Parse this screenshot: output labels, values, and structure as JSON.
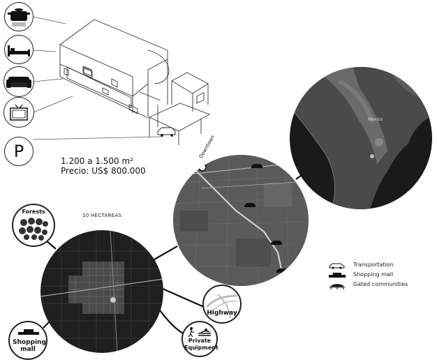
{
  "house": {
    "area": "1.200 a 1.500 m²",
    "price": "Precio: US$ 800.000"
  },
  "site": {
    "area_label": "10 HECTÁREAS"
  },
  "amenity_icons": {
    "kitchen": "pot-icon",
    "bedroom": "bed-icon",
    "living": "sofa-icon",
    "tv": "tv-icon",
    "parking": "P"
  },
  "regional_map": {
    "downtown_label": "Downtown",
    "mexico_label": "México"
  },
  "nearby": {
    "forests": "Forests",
    "shopping_mall": "Shopping mall",
    "highway": "Highway",
    "private_equipment": "Private Equipment"
  },
  "legend": [
    {
      "icon": "car-icon",
      "label": "Transportation"
    },
    {
      "icon": "mall-icon",
      "label": "Shopping mall"
    },
    {
      "icon": "gated-icon",
      "label": "Gated communities"
    }
  ],
  "colors": {
    "ink": "#111111",
    "map_dark": "#2e2e2e",
    "map_mid": "#5a5a5a",
    "route": "#d0d0d0"
  }
}
